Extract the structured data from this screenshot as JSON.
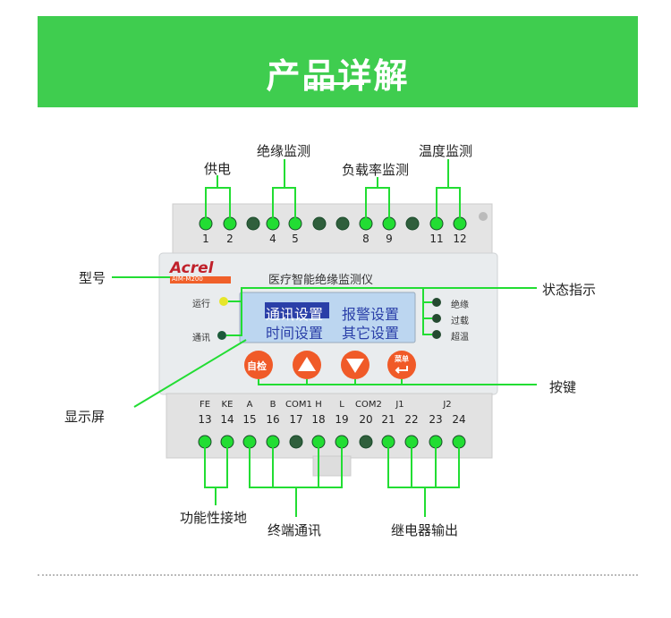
{
  "header": {
    "title": "产品详解"
  },
  "device": {
    "brand": "Acrel",
    "model": "AIM-M200",
    "name": "医疗智能绝缘监测仪",
    "top_terminals": [
      "1",
      "2",
      "",
      "4",
      "5",
      "",
      "",
      "8",
      "9",
      "",
      "11",
      "12"
    ],
    "bottom_labels": [
      "FE",
      "KE",
      "A",
      "B",
      "COM1",
      "H",
      "L",
      "COM2",
      "J1",
      "",
      "J2",
      ""
    ],
    "bottom_terminals": [
      "13",
      "14",
      "15",
      "16",
      "17",
      "18",
      "19",
      "20",
      "21",
      "22",
      "23",
      "24"
    ],
    "leds_left": [
      "运行",
      "通讯"
    ],
    "leds_right": [
      "绝缘",
      "过载",
      "超温"
    ],
    "lcd": [
      "通讯设置",
      "报警设置",
      "时间设置",
      "其它设置"
    ],
    "buttons": {
      "self_test": "自检",
      "menu": "菜单"
    }
  },
  "callouts": {
    "power": "供电",
    "insulation": "绝缘监测",
    "load": "负载率监测",
    "temperature": "温度监测",
    "model": "型号",
    "status": "状态指示",
    "keys": "按键",
    "display": "显示屏",
    "ground": "功能性接地",
    "comm": "终端通讯",
    "relay": "继电器输出"
  },
  "colors": {
    "header": "#3fcd4f",
    "callout_line": "#22dd33",
    "button": "#f05a28",
    "lcd": "#bcd6f0"
  }
}
